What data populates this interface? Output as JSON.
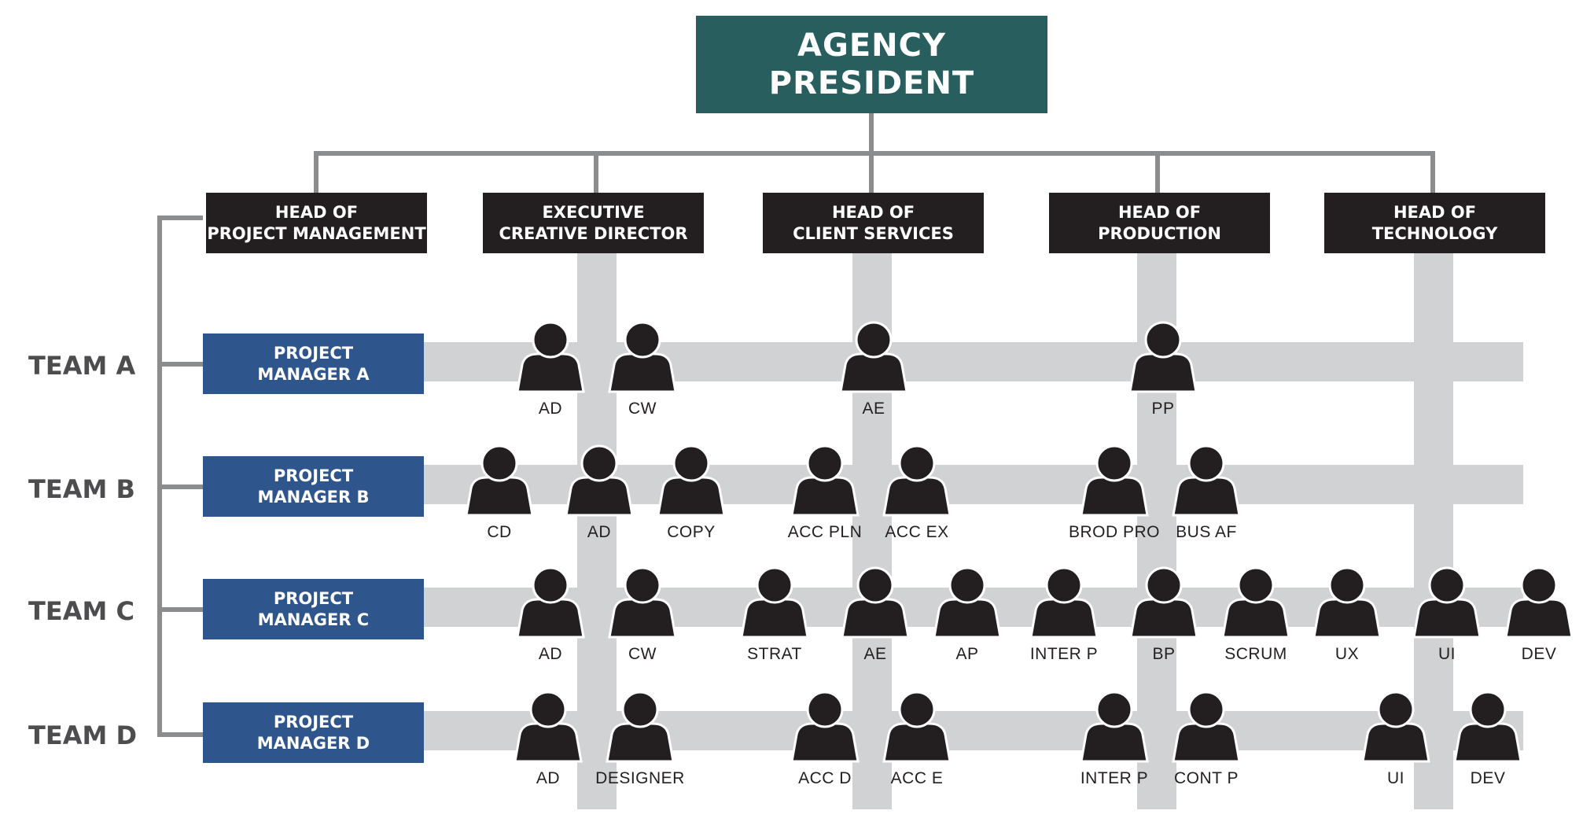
{
  "colors": {
    "president_bg": "#285e5e",
    "head_bg": "#231f20",
    "pm_bg": "#2f568c",
    "connector": "#8b8c8e",
    "band": "#d1d2d3",
    "person": "#231f20"
  },
  "president": {
    "line1": "AGENCY",
    "line2": "PRESIDENT"
  },
  "heads": [
    {
      "id": "pm",
      "line1": "HEAD OF",
      "line2": "PROJECT MANAGEMENT"
    },
    {
      "id": "creative",
      "line1": "EXECUTIVE",
      "line2": "CREATIVE DIRECTOR"
    },
    {
      "id": "client",
      "line1": "HEAD OF",
      "line2": "CLIENT SERVICES"
    },
    {
      "id": "production",
      "line1": "HEAD OF",
      "line2": "PRODUCTION"
    },
    {
      "id": "technology",
      "line1": "HEAD OF",
      "line2": "TECHNOLOGY"
    }
  ],
  "teams": [
    {
      "label": "TEAM A",
      "pm_line1": "PROJECT",
      "pm_line2": "MANAGER A",
      "members": [
        {
          "role": "AD",
          "department": "creative"
        },
        {
          "role": "CW",
          "department": "creative"
        },
        {
          "role": "AE",
          "department": "client"
        },
        {
          "role": "PP",
          "department": "production"
        }
      ]
    },
    {
      "label": "TEAM B",
      "pm_line1": "PROJECT",
      "pm_line2": "MANAGER B",
      "members": [
        {
          "role": "CD",
          "department": "creative"
        },
        {
          "role": "AD",
          "department": "creative"
        },
        {
          "role": "COPY",
          "department": "creative"
        },
        {
          "role": "ACC PLN",
          "department": "client"
        },
        {
          "role": "ACC EX",
          "department": "client"
        },
        {
          "role": "BROD PRO",
          "department": "production"
        },
        {
          "role": "BUS AF",
          "department": "production"
        }
      ]
    },
    {
      "label": "TEAM C",
      "pm_line1": "PROJECT",
      "pm_line2": "MANAGER C",
      "members": [
        {
          "role": "AD",
          "department": "creative"
        },
        {
          "role": "CW",
          "department": "creative"
        },
        {
          "role": "STRAT",
          "department": "client"
        },
        {
          "role": "AE",
          "department": "client"
        },
        {
          "role": "AP",
          "department": "client"
        },
        {
          "role": "INTER P",
          "department": "production"
        },
        {
          "role": "BP",
          "department": "production"
        },
        {
          "role": "SCRUM",
          "department": "production"
        },
        {
          "role": "UX",
          "department": "technology"
        },
        {
          "role": "UI",
          "department": "technology"
        },
        {
          "role": "DEV",
          "department": "technology"
        }
      ]
    },
    {
      "label": "TEAM D",
      "pm_line1": "PROJECT",
      "pm_line2": "MANAGER D",
      "members": [
        {
          "role": "AD",
          "department": "creative"
        },
        {
          "role": "DESIGNER",
          "department": "creative"
        },
        {
          "role": "ACC D",
          "department": "client"
        },
        {
          "role": "ACC E",
          "department": "client"
        },
        {
          "role": "INTER P",
          "department": "production"
        },
        {
          "role": "CONT P",
          "department": "production"
        },
        {
          "role": "UI",
          "department": "technology"
        },
        {
          "role": "DEV",
          "department": "technology"
        }
      ]
    }
  ]
}
